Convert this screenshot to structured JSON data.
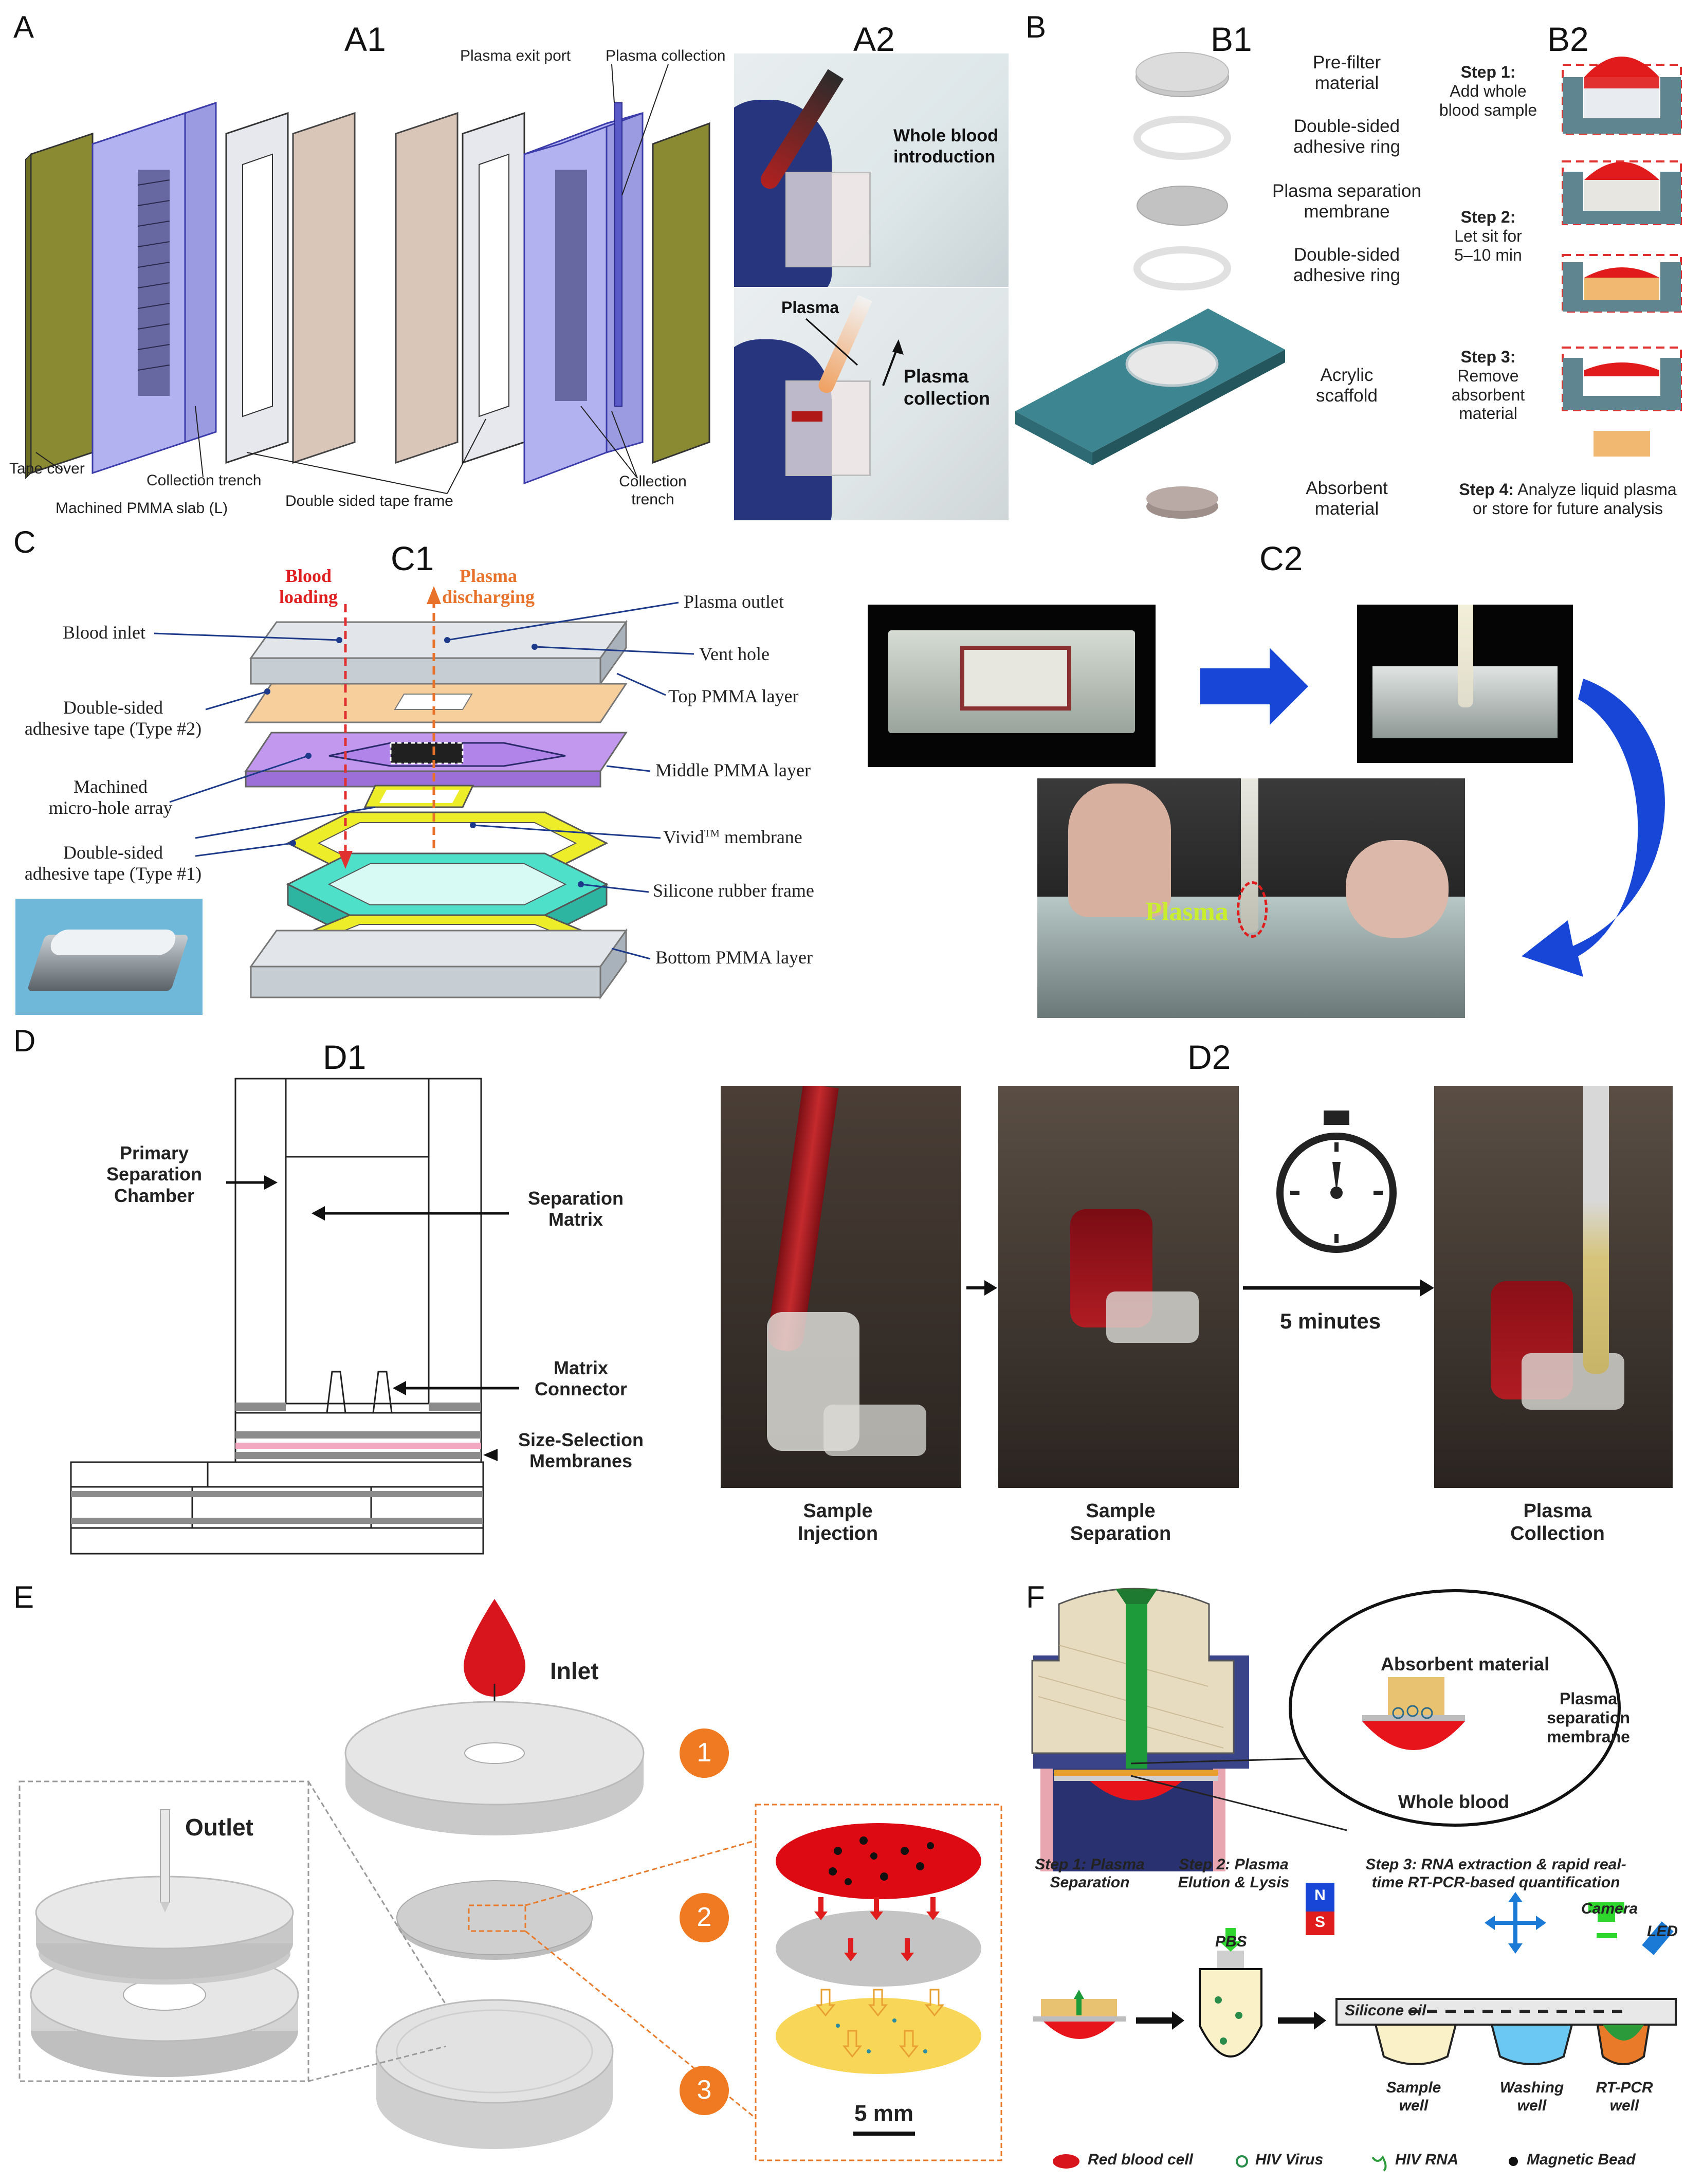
{
  "panels": {
    "A": "A",
    "A1": "A1",
    "A2": "A2",
    "B": "B",
    "B1": "B1",
    "B2": "B2",
    "C": "C",
    "C1": "C1",
    "C2": "C2",
    "D": "D",
    "D1": "D1",
    "D2": "D2",
    "E": "E",
    "F": "F"
  },
  "panelA": {
    "plasma_exit_port": "Plasma exit port",
    "plasma_collection": "Plasma collection",
    "tape_cover": "Tape cover",
    "collection_trench_left": "Collection trench",
    "machined_slab": "Machined PMMA slab (L)",
    "double_sided_frame": "Double sided tape frame",
    "collection_trench_right_1": "Collection",
    "collection_trench_right_2": "trench",
    "photo_top_1": "Whole blood",
    "photo_top_2": "introduction",
    "photo_bottom_plasma": "Plasma",
    "photo_bottom_2": "Plasma",
    "photo_bottom_3": "collection"
  },
  "panelB": {
    "layers": [
      {
        "l1": "Pre-filter",
        "l2": "material"
      },
      {
        "l1": "Double-sided",
        "l2": "adhesive ring"
      },
      {
        "l1": "Plasma separation",
        "l2": "membrane"
      },
      {
        "l1": "Double-sided",
        "l2": "adhesive ring"
      },
      {
        "l1": "Acrylic",
        "l2": "scaffold"
      },
      {
        "l1": "Absorbent",
        "l2": "material"
      }
    ],
    "step1_title": "Step 1:",
    "step1_l1": "Add whole",
    "step1_l2": "blood sample",
    "step2_title": "Step 2:",
    "step2_l1": "Let sit for",
    "step2_l2": "5–10 min",
    "step3_title": "Step 3:",
    "step3_l1": "Remove",
    "step3_l2": "absorbent",
    "step3_l3": "material",
    "step4_title": "Step 4:",
    "step4_l1": "Analyze liquid plasma",
    "step4_l2": "or store for future analysis"
  },
  "panelC": {
    "blood_loading_1": "Blood",
    "blood_loading_2": "loading",
    "plasma_discharging_1": "Plasma",
    "plasma_discharging_2": "discharging",
    "blood_inlet": "Blood inlet",
    "tape2_1": "Double-sided",
    "tape2_2": "adhesive tape (Type #2)",
    "microhole_1": "Machined",
    "microhole_2": "micro-hole array",
    "tape1_1": "Double-sided",
    "tape1_2": "adhesive tape (Type #1)",
    "plasma_outlet": "Plasma outlet",
    "vent_hole": "Vent hole",
    "top_pmma": "Top PMMA layer",
    "middle_pmma": "Middle PMMA layer",
    "vivid": "Vivid",
    "vivid_tm": "TM",
    "vivid_rest": " membrane",
    "silicone": "Silicone rubber frame",
    "bottom_pmma": "Bottom PMMA layer",
    "photo_plasma": "Plasma"
  },
  "panelD": {
    "primary_1": "Primary",
    "primary_2": "Separation",
    "primary_3": "Chamber",
    "matrix_1": "Separation",
    "matrix_2": "Matrix",
    "connector_1": "Matrix",
    "connector_2": "Connector",
    "membranes_1": "Size-Selection",
    "membranes_2": "Membranes",
    "timer": "5 minutes",
    "caption1_1": "Sample",
    "caption1_2": "Injection",
    "caption2_1": "Sample",
    "caption2_2": "Separation",
    "caption3_1": "Plasma",
    "caption3_2": "Collection"
  },
  "panelE": {
    "inlet": "Inlet",
    "outlet": "Outlet",
    "layer1": "1",
    "layer2": "2",
    "layer3": "3",
    "scale": "5 mm"
  },
  "panelF": {
    "absorbent": "Absorbent material",
    "psm_1": "Plasma",
    "psm_2": "separation",
    "psm_3": "membrane",
    "whole_blood": "Whole blood",
    "step1_1": "Step 1: Plasma",
    "step1_2": "Separation",
    "step2_1": "Step 2: Plasma",
    "step2_2": "Elution & Lysis",
    "step3_1": "Step 3: RNA extraction & rapid real-",
    "step3_2": "time RT-PCR-based quantification",
    "camera": "Camera",
    "led": "LED",
    "pbs": "PBS",
    "magnet_n": "N",
    "magnet_s": "S",
    "silicone_oil": "Silicone oil",
    "well1_1": "Sample",
    "well1_2": "well",
    "well2_1": "Washing",
    "well2_2": "well",
    "well3_1": "RT-PCR",
    "well3_2": "well",
    "legend": [
      "Red blood cell",
      "HIV Virus",
      "HIV RNA",
      "Magnetic Bead"
    ]
  },
  "colors": {
    "blood_red": "#d8141c",
    "pmma_blue": "#8f8fe8",
    "teal": "#3d8590",
    "orange_badge": "#f07a22",
    "tape_yellow": "#eded2a",
    "arrow_blue": "#1846d6"
  }
}
